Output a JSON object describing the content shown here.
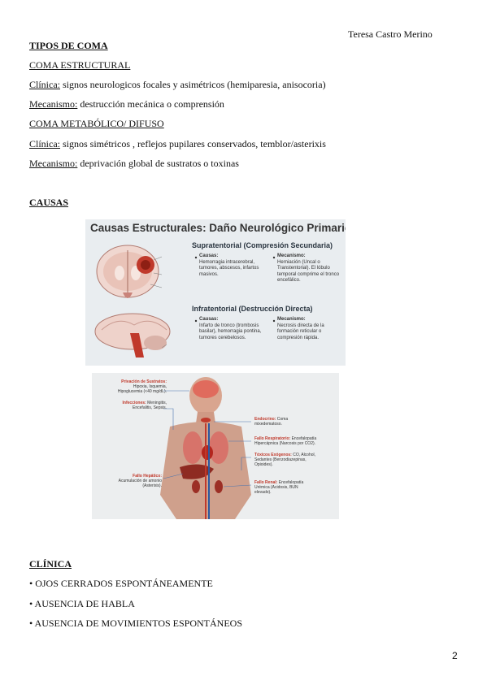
{
  "header": {
    "author": "Teresa Castro Merino"
  },
  "sections": {
    "tipos_title": "TIPOS DE COMA",
    "estructural_title": "COMA ESTRUCTURAL",
    "estructural_clinica_label": "Clínica:",
    "estructural_clinica_text": " signos neurologicos focales y asimétricos (hemiparesia, anisocoria)",
    "estructural_mecanismo_label": "Mecanismo:",
    "estructural_mecanismo_text": " destrucción mecánica o comprensión",
    "metabolico_title": "COMA METABÓLICO/ DIFUSO",
    "metabolico_clinica_label": "Clínica:",
    "metabolico_clinica_text": " signos simétricos , reflejos pupilares conservados, temblor/asterixis",
    "metabolico_mecanismo_label": "Mecanismo:",
    "metabolico_mecanismo_text": " deprivación global de sustratos o toxinas",
    "causas_title": "CAUSAS",
    "clinica_title": "CLÍNICA",
    "clinica_items": [
      "• OJOS CERRADOS ESPONTÁNEAMENTE",
      "• AUSENCIA DE HABLA",
      "• AUSENCIA DE MOVIMIENTOS ESPONTÁNEOS"
    ]
  },
  "figure1": {
    "title": "Causas Estructurales: Daño Neurológico Primario",
    "supra_title": "Supratentorial (Compresión Secundaria)",
    "supra_causas_label": "Causas:",
    "supra_causas_text": "Hemorragia intracerebral, tumores, abscesos, infartos masivos.",
    "supra_mecanismo_label": "Mecanismo:",
    "supra_mecanismo_text": "Herniación (Uncal o Transtentorial). El lóbulo temporal comprime el tronco encefálico.",
    "infra_title": "Infratentorial (Destrucción Directa)",
    "infra_causas_label": "Causas:",
    "infra_causas_text": "Infarto de tronco (trombosis basilar), hemorragia pontina, tumores cerebelosos.",
    "infra_mecanismo_label": "Mecanismo:",
    "infra_mecanismo_text": "Necrosis directa de la formación reticular o compresión rápida."
  },
  "figure2": {
    "privacion_title": "Privación de Sustratos:",
    "privacion_text": "Hipoxia, Isquemia, Hipoglucemia (<40 mg/dL).",
    "infecciones_title": "Infecciones:",
    "infecciones_text": "Meningitis, Encefalitis, Sepsis.",
    "endocrino_title": "Endocrino:",
    "endocrino_text": "Coma mixedematoso.",
    "respiratorio_title": "Fallo Respiratorio:",
    "respiratorio_text": "Encefalopatía Hipercápnica (Narcosis por CO2).",
    "toxicos_title": "Tóxicos Exógenos:",
    "toxicos_text": "CO, Alcohol, Sedantes (Benzodiazepinas, Opioides).",
    "hepatico_title": "Fallo Hepático:",
    "hepatico_text": "Acumulación de amonio (Asterixis).",
    "renal_title": "Fallo Renal:",
    "renal_text": "Encefalopatía Urémica (Acidosis, BUN elevado)."
  },
  "footer": {
    "page_number": "2"
  },
  "colors": {
    "text": "#111111",
    "accent_red": "#c0392b",
    "accent_blue": "#1f4e8c",
    "fig_bg": "#e9edf0"
  }
}
